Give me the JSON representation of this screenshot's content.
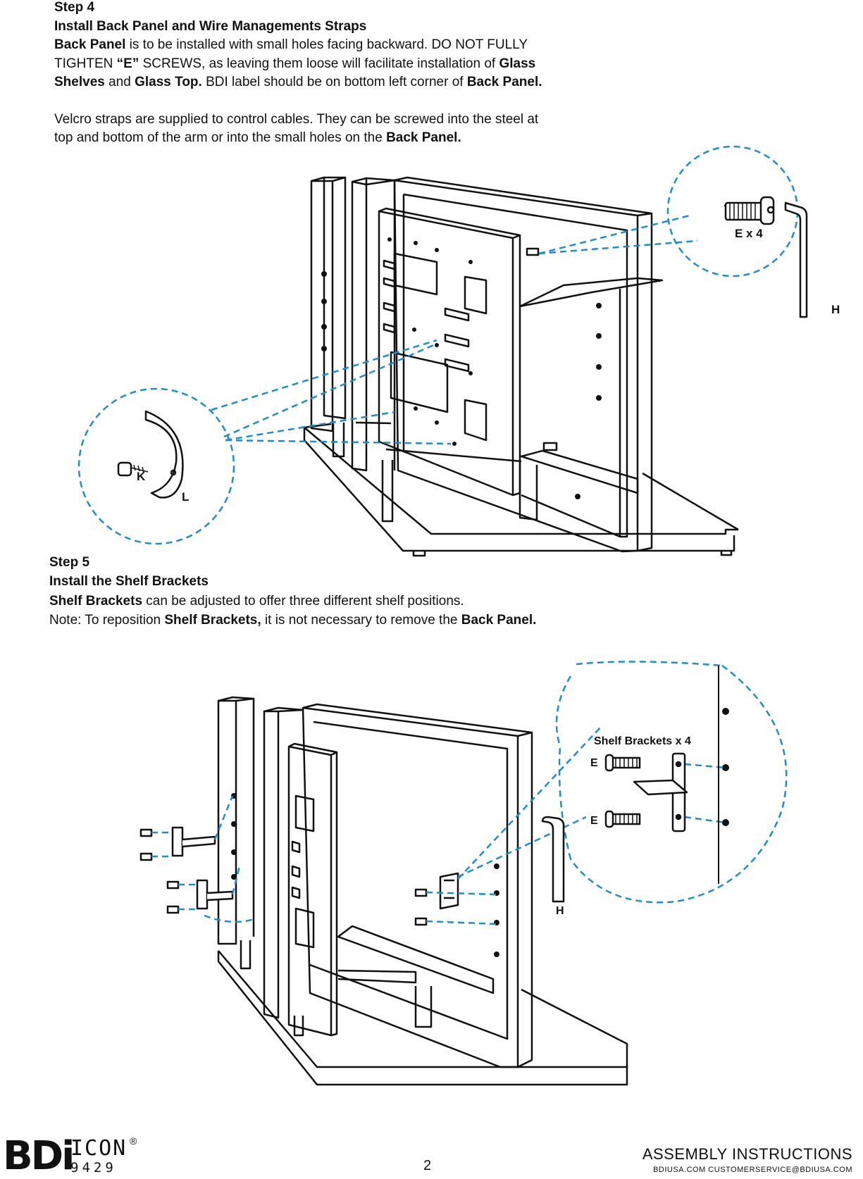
{
  "step4": {
    "title": "Step 4",
    "subtitle": "Install Back Panel and Wire Managements Straps",
    "p1": {
      "b1": "Back Panel",
      "t1": " is to be installed with small holes facing backward. DO NOT FULLY TIGHTEN ",
      "b2": "“E”",
      "t2": " SCREWS, as leaving them loose will facilitate installation of ",
      "b3": "Glass Shelves",
      "t3": " and ",
      "b4": "Glass Top.",
      "t4": " BDI label should be on bottom left corner of ",
      "b5": "Back Panel."
    },
    "p2": {
      "t1": "Velcro straps are supplied to control cables. They can be screwed into the steel at top and bottom of the arm or into the small holes on the ",
      "b1": "Back Panel."
    },
    "callout_screws": "E x 4",
    "callout_k": "K",
    "callout_l": "L",
    "tool_h": "H"
  },
  "step5": {
    "title": "Step 5",
    "subtitle": "Install the Shelf Brackets",
    "p1": {
      "b1": "Shelf Brackets",
      "t1": " can be adjusted to offer three different shelf positions."
    },
    "p2": {
      "t1": "Note: To reposition ",
      "b1": "Shelf Brackets,",
      "t2": " it is not necessary to remove the ",
      "b2": "Back Panel."
    },
    "callout_title": "Shelf Brackets x 4",
    "callout_e1": "E",
    "callout_e2": "E",
    "tool_h": "H"
  },
  "footer": {
    "brand": "BDi",
    "product": "ICON",
    "registered": "®",
    "model": "9429",
    "page": "2",
    "heading": "ASSEMBLY INSTRUCTIONS",
    "contact": "BDIUSA.COM  CUSTOMERSERVICE@BDIUSA.COM"
  },
  "colors": {
    "line": "#111111",
    "callout": "#1a8fd0"
  }
}
